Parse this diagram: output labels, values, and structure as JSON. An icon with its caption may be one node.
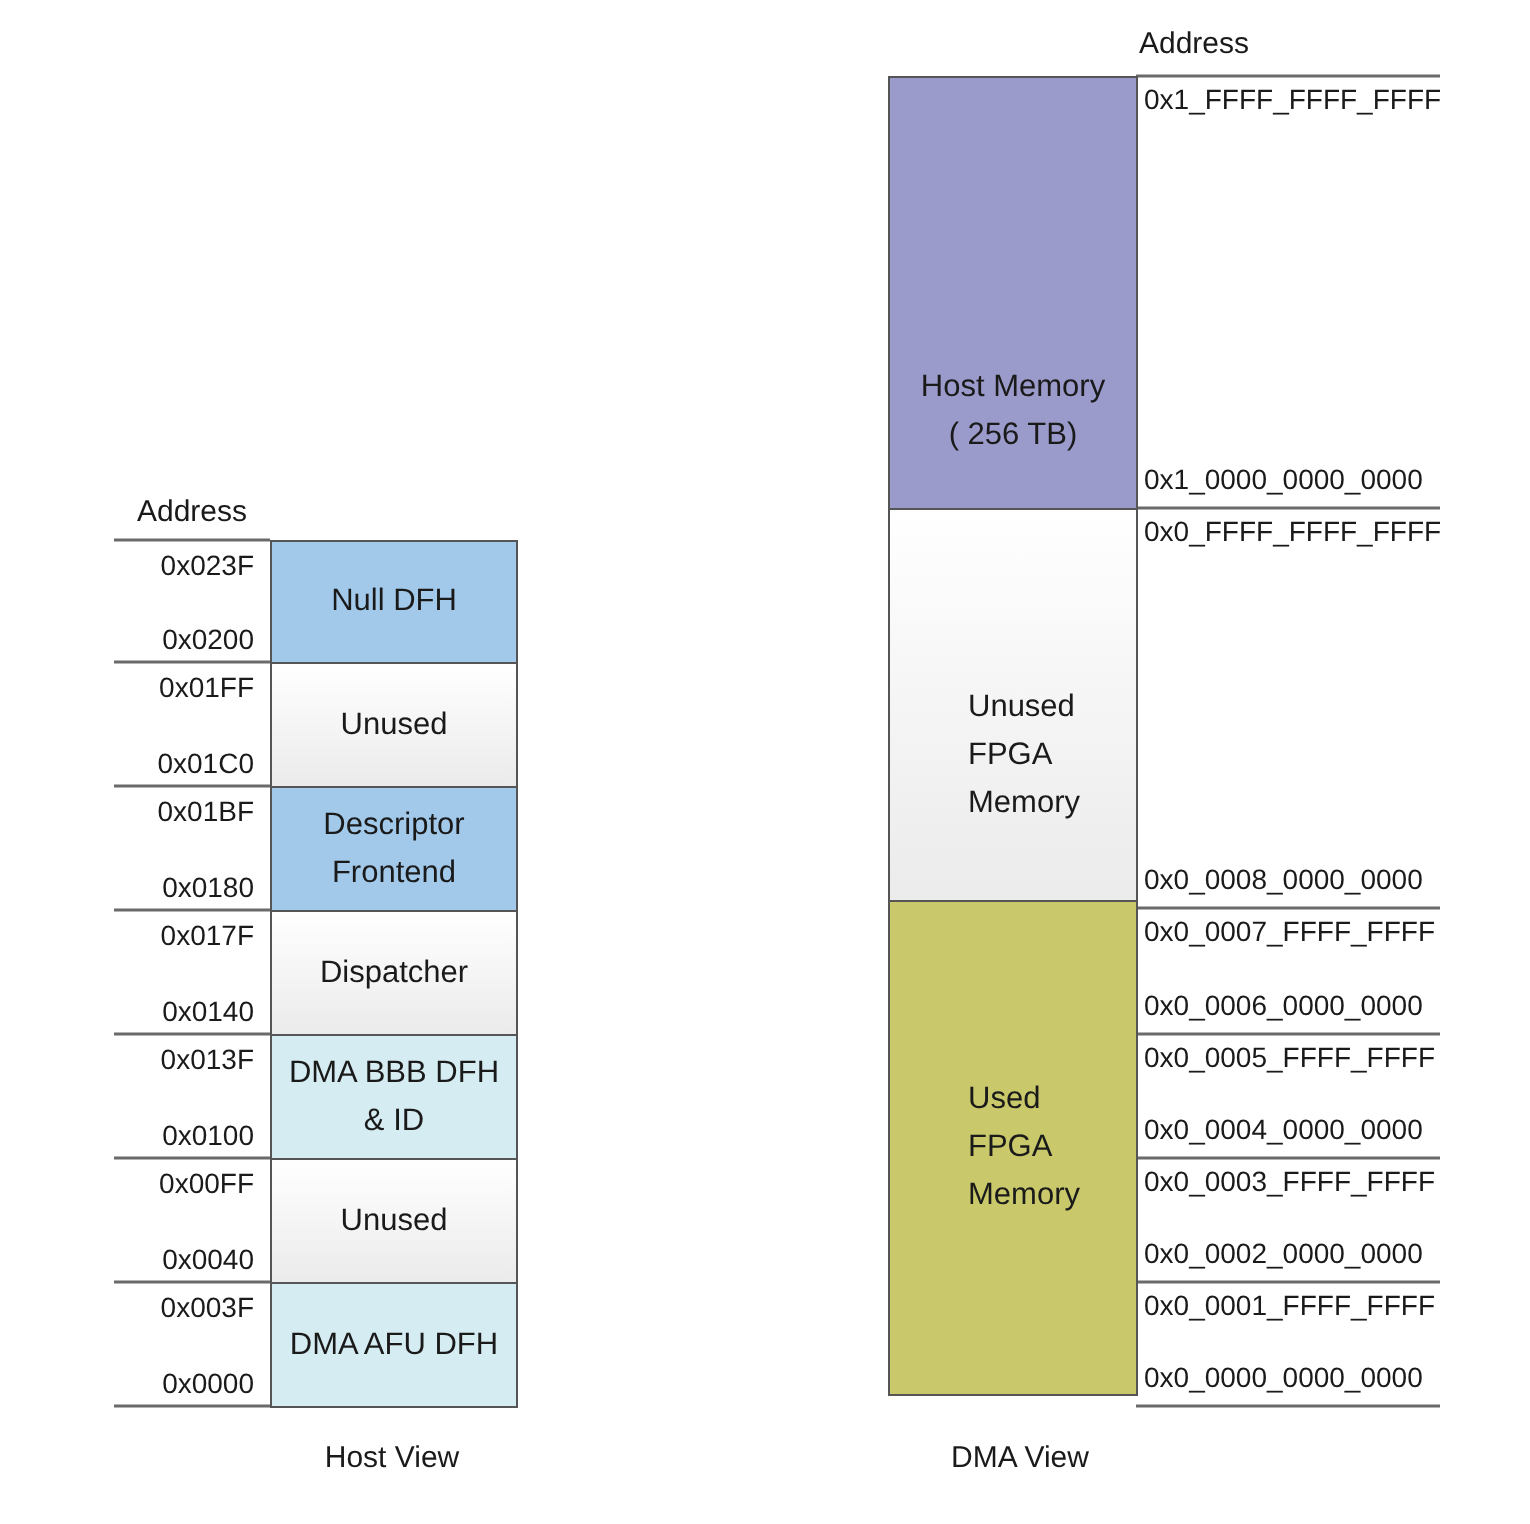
{
  "diagram": {
    "nodes": [
      {
        "text": [
          "Null DFH"
        ],
        "beside": [
          "0x023F",
          "0x0200"
        ]
      },
      {
        "text": [
          "Unused"
        ],
        "beside": [
          "0x01FF",
          "0x01C0"
        ]
      },
      {
        "text": [
          "Descriptor Frontend"
        ],
        "beside": [
          "0x01BF",
          "0x0180"
        ]
      },
      {
        "text": [
          "Dispatcher"
        ],
        "beside": [
          "0x017F",
          "0x0140"
        ]
      },
      {
        "text": [
          "DMA BBB DFH & ID"
        ],
        "beside": [
          "0x013F",
          "0x0100"
        ]
      },
      {
        "text": [
          "Unused"
        ],
        "beside": [
          "0x00FF",
          "0x0040"
        ]
      },
      {
        "text": [
          "DMA AFU DFH"
        ],
        "beside": [
          "0x003F",
          "0x0000"
        ]
      },
      {
        "text": [
          "Host Memory ( 256 TB)"
        ],
        "beside": [
          "0x1_FFFF_FFFF_FFFF",
          "0x1_0000_0000_0000"
        ]
      },
      {
        "text": [
          "Unused FPGA Memory"
        ],
        "beside": [
          "0x0_FFFF_FFFF_FFFF",
          "0x0_0008_0000_0000"
        ]
      },
      {
        "text": [
          "Used FPGA Memory"
        ],
        "beside": [
          "0x0_0007_FFFF_FFFF",
          "0x0_0006_0000_0000",
          "0x0_0005_FFFF_FFFF",
          "0x0_0004_0000_0000",
          "0x0_0003_FFFF_FFFF",
          "0x0_0002_0000_0000",
          "0x0_0001_FFFF_FFFF",
          "0x0_0000_0000_0000"
        ]
      }
    ],
    "labels": [
      "Address",
      "Host View",
      "Address",
      "DMA View"
    ]
  }
}
